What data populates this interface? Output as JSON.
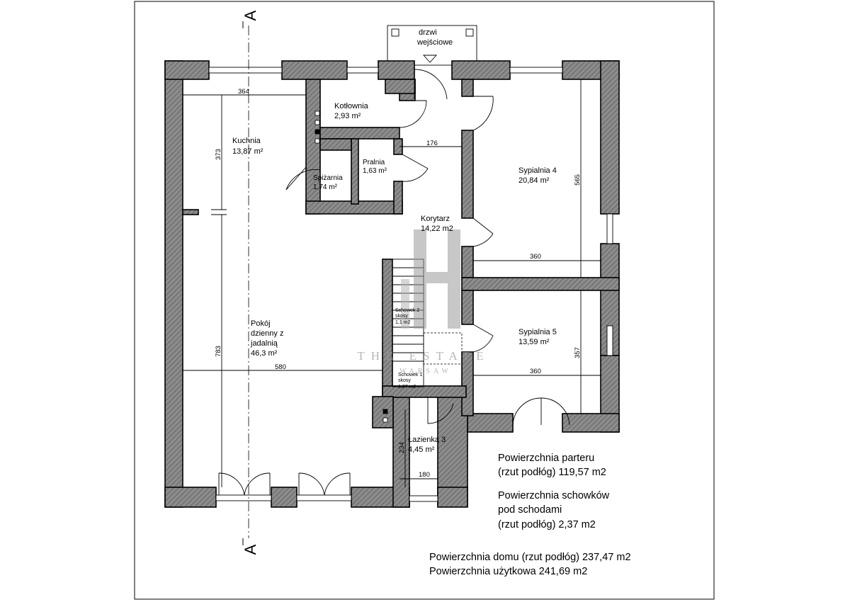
{
  "entrance": {
    "label_line1": "drzwi",
    "label_line2": "wejściowe"
  },
  "section": {
    "top": "A",
    "bottom": "A"
  },
  "rooms": {
    "kotlownia": {
      "name": "Kotłownia",
      "area": "2,93 m²"
    },
    "kuchnia": {
      "name": "Kuchnia",
      "area": "13,87 m²"
    },
    "spizarnia": {
      "name": "Spiżarnia",
      "area": "1,74 m²"
    },
    "pralnia": {
      "name": "Pralnia",
      "area": "1,63 m²"
    },
    "korytarz": {
      "name": "Korytarz",
      "area": "14,22 m2"
    },
    "sypialnia4": {
      "name": "Sypialnia 4",
      "area": "20,84 m²"
    },
    "sypialnia5": {
      "name": "Sypialnia 5",
      "area": "13,59 m²"
    },
    "pokoj": {
      "line1": "Pokój",
      "line2": "dzienny  z",
      "line3": "jadalnią",
      "area": "46,3 m²"
    },
    "lazienka3": {
      "name": "Łazienka 3",
      "area": "4,45 m²"
    },
    "schowek2": {
      "line1": "Schowek 2",
      "line2": "skosy",
      "area": "1,1 m2"
    },
    "schowek1": {
      "line1": "Schowek 1",
      "line2": "skosy",
      "area": "1,27 m2"
    }
  },
  "dimensions": {
    "d364": "364",
    "d373": "373",
    "d176": "176",
    "d565": "565",
    "d360a": "360",
    "d783": "783",
    "d580": "580",
    "d357": "357",
    "d360b": "360",
    "d234": "234",
    "d180": "180"
  },
  "summary": {
    "parter_line1": "Powierzchnia parteru",
    "parter_line2": "(rzut podłóg) 119,57 m2",
    "schowki_line1": "Powierzchnia schowków",
    "schowki_line2": "pod schodami",
    "schowki_line3": "(rzut podłóg) 2,37 m2",
    "dom": "Powierzchnia domu  (rzut podłóg) 237,47 m2",
    "uzytkowa": "Powierzchnia użytkowa 241,69 m2"
  },
  "watermark": {
    "line1": "THE ESTATE",
    "line2": "WARSAW"
  }
}
